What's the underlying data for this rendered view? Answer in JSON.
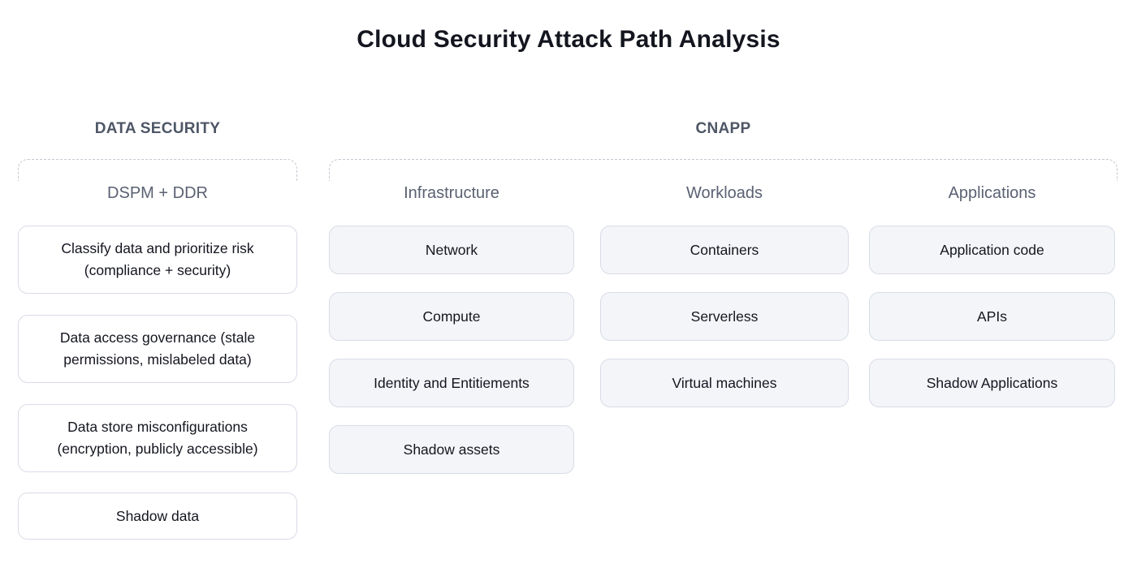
{
  "title": "Cloud Security Attack Path Analysis",
  "colors": {
    "text_color": "#14161f",
    "header_color": "#4e5666",
    "subheader_color": "#5a6172",
    "box_border": "#d8dce6",
    "box_fill_data": "#ffffff",
    "box_fill_cnapp": "#f4f5f9",
    "dashed_border": "#c4c8d2"
  },
  "data_security": {
    "header": "DATA SECURITY",
    "subheader": "DSPM + DDR",
    "boxes": [
      "Classify data and prioritize risk (compliance + security)",
      "Data access governance (stale permissions, mislabeled data)",
      "Data store misconfigurations (encryption, publicly accessible)",
      "Shadow data"
    ]
  },
  "cnapp": {
    "header": "CNAPP",
    "columns": [
      {
        "header": "Infrastructure",
        "boxes": [
          "Network",
          "Compute",
          "Identity and Entitiements",
          "Shadow assets"
        ]
      },
      {
        "header": "Workloads",
        "boxes": [
          "Containers",
          "Serverless",
          "Virtual machines"
        ]
      },
      {
        "header": "Applications",
        "boxes": [
          "Application code",
          "APIs",
          "Shadow Applications"
        ]
      }
    ]
  }
}
